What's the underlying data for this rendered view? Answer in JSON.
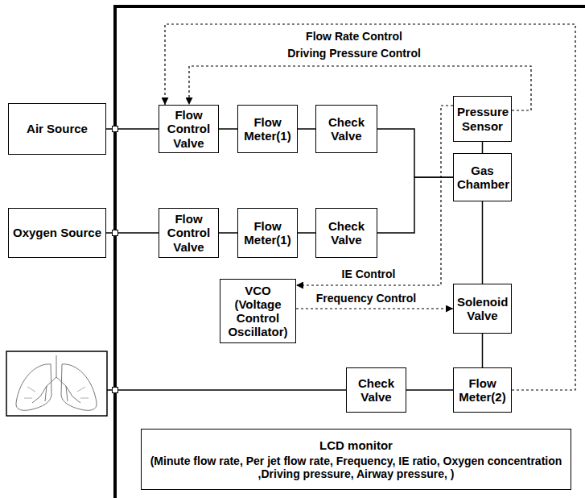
{
  "diagram": {
    "nodes": [
      {
        "text": [
          "Air Source"
        ]
      },
      {
        "text": [
          "Flow Control Valve"
        ]
      },
      {
        "text": [
          "Flow Meter(1)"
        ]
      },
      {
        "text": [
          "Check Valve"
        ]
      },
      {
        "text": [
          "Pressure Sensor"
        ]
      },
      {
        "text": [
          "Gas Chamber"
        ]
      },
      {
        "text": [
          "Oxygen Source"
        ]
      },
      {
        "text": [
          "Flow Control Valve"
        ]
      },
      {
        "text": [
          "Flow Meter(1)"
        ]
      },
      {
        "text": [
          "Check Valve"
        ]
      },
      {
        "text": [
          "VCO (Voltage Control Oscillator)"
        ]
      },
      {
        "text": [
          "Solenoid Valve"
        ]
      },
      {
        "text": [
          "Check Valve"
        ]
      },
      {
        "text": [
          "Flow Meter(2)"
        ]
      },
      {
        "text": [
          "LCD monitor",
          "(Minute flow rate, Per jet flow rate, Frequency, IE ratio, Oxygen concentration ,Driving pressure, Airway pressure, )"
        ]
      }
    ],
    "edges": [
      {
        "from": 0,
        "to": 1,
        "arrow": "none"
      },
      {
        "from": 1,
        "to": 2,
        "arrow": "none"
      },
      {
        "from": 2,
        "to": 3,
        "arrow": "none"
      },
      {
        "from": 3,
        "to": 5,
        "arrow": "none"
      },
      {
        "from": 6,
        "to": 7,
        "arrow": "none"
      },
      {
        "from": 7,
        "to": 8,
        "arrow": "none"
      },
      {
        "from": 8,
        "to": 9,
        "arrow": "none"
      },
      {
        "from": 9,
        "to": 5,
        "arrow": "none"
      },
      {
        "from": 4,
        "to": 5,
        "arrow": "none"
      },
      {
        "from": 5,
        "to": 11,
        "arrow": "none"
      },
      {
        "from": 11,
        "to": 13,
        "arrow": "none"
      },
      {
        "from": 13,
        "to": 12,
        "arrow": "none"
      },
      {
        "from": 13,
        "to": 1,
        "arrow": "to",
        "label": "Flow Rate Control"
      },
      {
        "from": 4,
        "to": 1,
        "arrow": "to",
        "label": "Driving Pressure Control"
      },
      {
        "from": 4,
        "to": 10,
        "arrow": "to",
        "label": "IE Control"
      },
      {
        "from": 10,
        "to": 11,
        "arrow": "to",
        "label": "Frequency Control"
      }
    ]
  }
}
